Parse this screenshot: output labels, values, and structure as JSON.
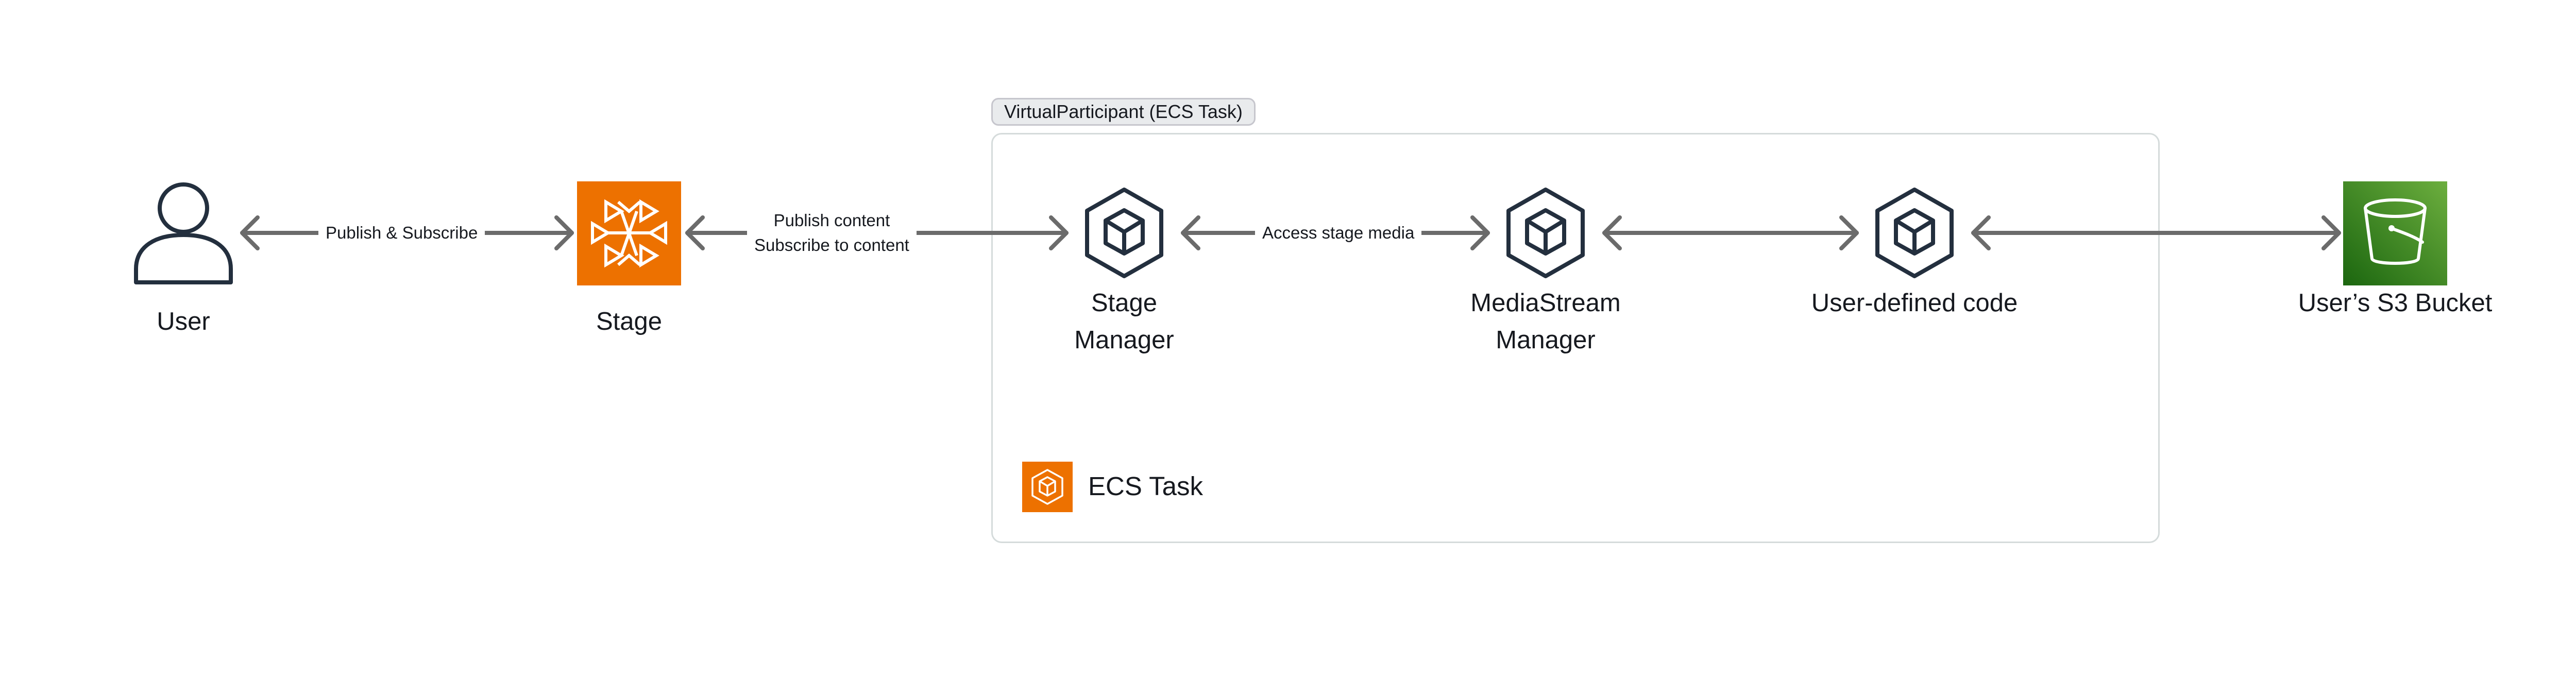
{
  "group": {
    "tag": "VirtualParticipant (ECS Task)",
    "caption": "ECS Task",
    "border_color": "#d5dbdb",
    "tag_fill": "#e9ebed"
  },
  "nodes": {
    "user": {
      "label": "User",
      "icon": "user-icon"
    },
    "stage": {
      "label": "Stage",
      "icon": "ivs-stage-icon",
      "color": "#ed7100"
    },
    "stage_manager": {
      "line1": "Stage",
      "line2": "Manager",
      "icon": "container-cube-icon"
    },
    "mediastream_manager": {
      "line1": "MediaStream",
      "line2": "Manager",
      "icon": "container-cube-icon"
    },
    "user_code": {
      "label": "User-defined code",
      "icon": "container-cube-icon"
    },
    "s3_bucket": {
      "label": "User’s S3 Bucket",
      "icon": "s3-bucket-icon",
      "color": "#3f8624"
    }
  },
  "edges": {
    "user_stage": "Publish & Subscribe",
    "stage_manager_line1": "Publish content",
    "stage_manager_line2": "Subscribe to content",
    "manager_mediastream": "Access stage media"
  },
  "colors": {
    "arrow": "#6b6b6b",
    "outline": "#232f3e",
    "ecs_orange": "#ed7100",
    "s3_green": "#3f8624"
  }
}
